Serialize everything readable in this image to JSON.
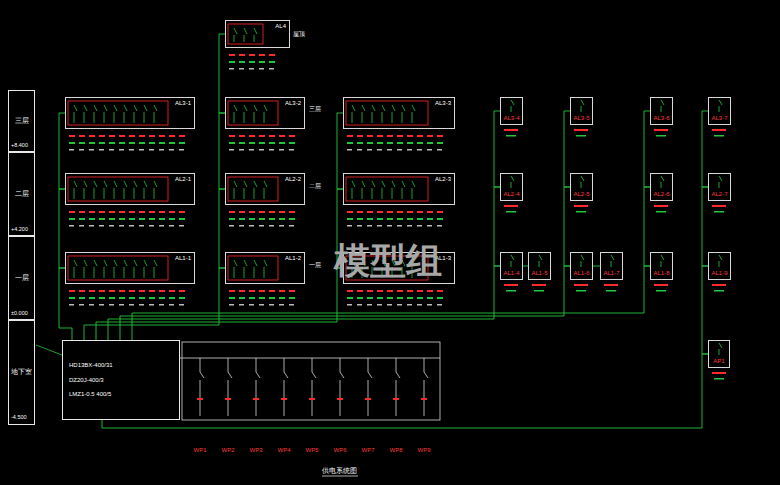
{
  "diagram": {
    "caption": "供电系统图",
    "nodes": [
      {
        "text": [
          "三层"
        ]
      },
      {
        "text": [
          "二层"
        ]
      },
      {
        "text": [
          "一层"
        ]
      },
      {
        "text": [
          "地下室"
        ]
      },
      {
        "text": [
          "AL4"
        ]
      },
      {
        "text": [
          "AL3-1"
        ]
      },
      {
        "text": [
          "AL3-2"
        ]
      },
      {
        "text": [
          "AL3-3"
        ]
      },
      {
        "text": [
          "AL2-1"
        ]
      },
      {
        "text": [
          "AL2-2"
        ]
      },
      {
        "text": [
          "AL2-3"
        ]
      },
      {
        "text": [
          "AL1-1"
        ]
      },
      {
        "text": [
          "AL1-2"
        ]
      },
      {
        "text": [
          "AL1-3"
        ]
      },
      {
        "text": [
          "AL3-4"
        ]
      },
      {
        "text": [
          "AL3-5"
        ]
      },
      {
        "text": [
          "AL3-6"
        ]
      },
      {
        "text": [
          "AL3-7"
        ]
      },
      {
        "text": [
          "AL2-4"
        ]
      },
      {
        "text": [
          "AL2-5"
        ]
      },
      {
        "text": [
          "AL2-6"
        ]
      },
      {
        "text": [
          "AL2-7"
        ]
      },
      {
        "text": [
          "AL1-4"
        ]
      },
      {
        "text": [
          "AL1-5"
        ]
      },
      {
        "text": [
          "AL1-6"
        ]
      },
      {
        "text": [
          "AL1-7"
        ]
      },
      {
        "text": [
          "AL1-8"
        ]
      },
      {
        "text": [
          "AL1-9"
        ]
      },
      {
        "text": [
          "AP1"
        ]
      },
      {
        "text": [
          "HD13BX-400/31",
          "DZ20J-400/3",
          "LMZ1-0.5 400/5"
        ]
      }
    ],
    "edges": [
      {
        "from": 29,
        "to": 11,
        "arrow": "none"
      },
      {
        "from": 11,
        "to": 8,
        "arrow": "none"
      },
      {
        "from": 8,
        "to": 5,
        "arrow": "none"
      },
      {
        "from": 29,
        "to": 12,
        "arrow": "none"
      },
      {
        "from": 12,
        "to": 9,
        "arrow": "none"
      },
      {
        "from": 9,
        "to": 6,
        "arrow": "none"
      },
      {
        "from": 6,
        "to": 4,
        "arrow": "none"
      },
      {
        "from": 29,
        "to": 13,
        "arrow": "none"
      },
      {
        "from": 13,
        "to": 10,
        "arrow": "none"
      },
      {
        "from": 10,
        "to": 7,
        "arrow": "none"
      },
      {
        "from": 29,
        "to": 22,
        "arrow": "none"
      },
      {
        "from": 22,
        "to": 23,
        "arrow": "none"
      },
      {
        "from": 22,
        "to": 18,
        "arrow": "none"
      },
      {
        "from": 18,
        "to": 14,
        "arrow": "none"
      },
      {
        "from": 29,
        "to": 24,
        "arrow": "none"
      },
      {
        "from": 24,
        "to": 25,
        "arrow": "none"
      },
      {
        "from": 24,
        "to": 19,
        "arrow": "none"
      },
      {
        "from": 19,
        "to": 15,
        "arrow": "none"
      },
      {
        "from": 29,
        "to": 26,
        "arrow": "none"
      },
      {
        "from": 26,
        "to": 20,
        "arrow": "none"
      },
      {
        "from": 20,
        "to": 16,
        "arrow": "none"
      },
      {
        "from": 29,
        "to": 28,
        "arrow": "none"
      },
      {
        "from": 28,
        "to": 27,
        "arrow": "none"
      },
      {
        "from": 27,
        "to": 21,
        "arrow": "none"
      },
      {
        "from": 21,
        "to": 17,
        "arrow": "none"
      }
    ],
    "labels": [
      "屋顶",
      "三层",
      "二层",
      "一层",
      "+8.400",
      "+4.200",
      "±0.000",
      "-4.500",
      "模型组",
      "WP1",
      "WP2",
      "WP3",
      "WP4",
      "WP5",
      "WP6",
      "WP7",
      "WP8",
      "WP9"
    ]
  }
}
